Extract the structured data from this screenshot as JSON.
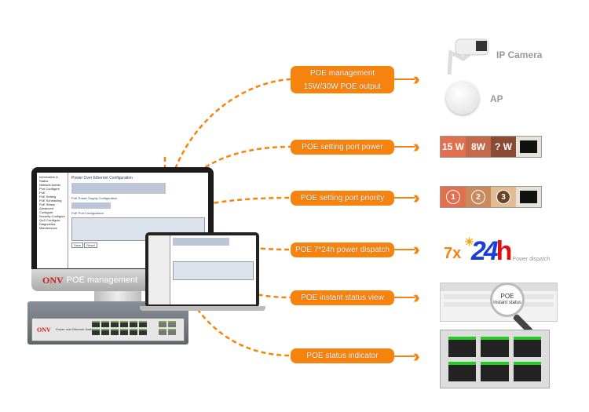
{
  "colors": {
    "accent": "#f7830f",
    "brand_red": "#d01c1c",
    "blue_24": "#1a3fd8",
    "red_h": "#e01010"
  },
  "center": {
    "brand": "ONV",
    "monitor_caption": "POE management",
    "switch_label": "Power over Ethernet Switch",
    "screen": {
      "title": "Power Over Ethernet Configuration",
      "menu": [
        "Information & Status",
        "Network Admin",
        "Port Configure",
        "PoE",
        "PoE Setting",
        "PoE Scheduling",
        "PoE Status",
        "Advanced Configure",
        "Security Configure",
        "QoS Configure",
        "Diagnostics",
        "Maintenance"
      ],
      "supply_title": "PoE Power Supply Configuration",
      "port_title": "PoE Port Configuration",
      "buttons": [
        "Save",
        "Reset"
      ]
    }
  },
  "features": [
    {
      "line1": "POE management",
      "line2": "15W/30W POE output"
    },
    {
      "line1": "POE setting port power"
    },
    {
      "line1": "POE setting port priority"
    },
    {
      "line1": "POE 7*24h  power dispatch"
    },
    {
      "line1": "POE instant status view"
    },
    {
      "line1": "POE status indicator"
    }
  ],
  "right": {
    "camera_label": "IP Camera",
    "ap_label": "AP",
    "port_power": [
      "15 W",
      "8W",
      "? W"
    ],
    "port_priority": [
      "1",
      "2",
      "3"
    ],
    "dispatch": {
      "prefix": "7x",
      "big": "24",
      "h": "h",
      "suffix": "Power dispatch"
    },
    "status_view": {
      "magnifier_line1": "POE",
      "magnifier_line2": "Instant status"
    }
  }
}
